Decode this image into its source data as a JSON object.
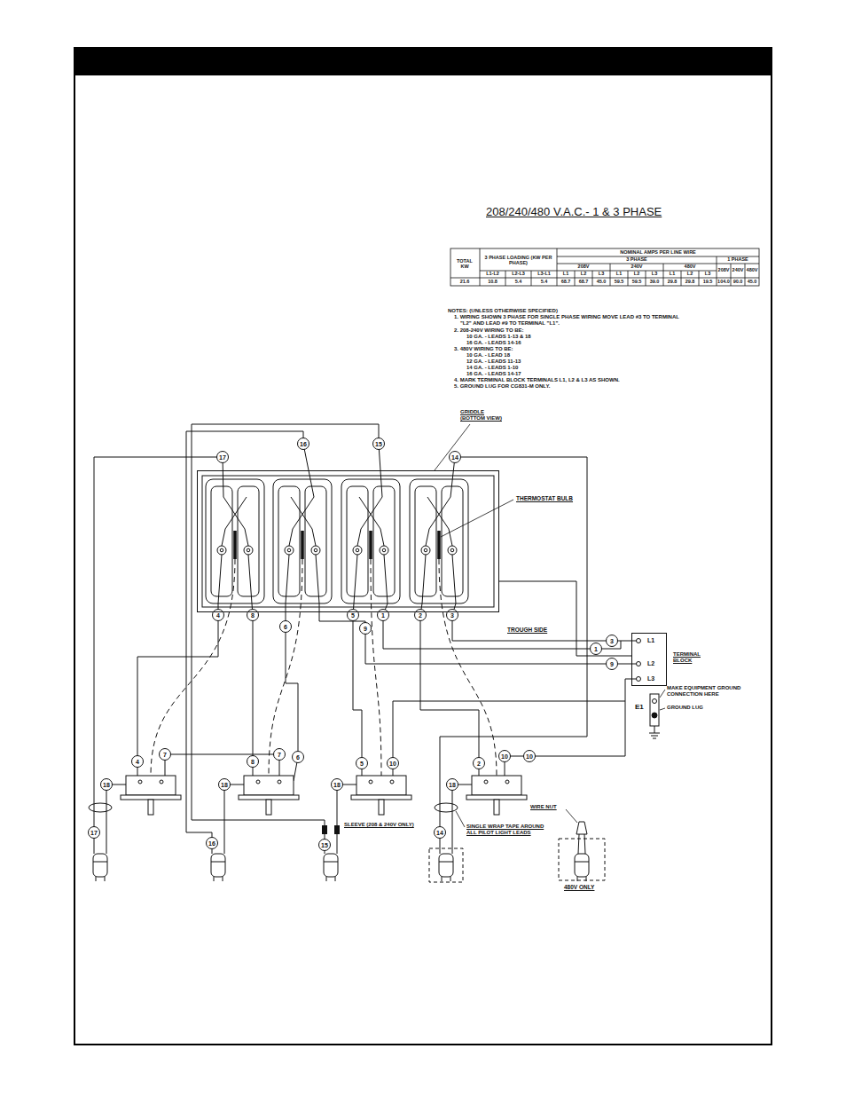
{
  "diagram": {
    "title": "208/240/480 V.A.C.- 1 & 3 PHASE",
    "nodes": [
      {
        "text": [
          "GRIDDLE (BOTTOM VIEW)"
        ]
      },
      {
        "text": [
          "L1",
          "L2",
          "L3",
          "TERMINAL BLOCK"
        ]
      }
    ],
    "edges": [
      {
        "from": 0,
        "to": 1,
        "arrow": "none"
      }
    ],
    "labels": [
      "TOTAL KW",
      "3 PHASE LOADING (KW PER PHASE)",
      "L1-L2",
      "L2-L3",
      "L3-L1",
      "NOMINAL AMPS PER LINE WIRE",
      "3 PHASE",
      "1 PHASE",
      "208V",
      "240V",
      "480V",
      "208V",
      "240V",
      "480V",
      "L1",
      "L2",
      "L3",
      "L1",
      "L2",
      "L3",
      "L1",
      "L2",
      "L3",
      "21.6",
      "10.8",
      "5.4",
      "5.4",
      "68.7",
      "68.7",
      "45.0",
      "59.5",
      "59.5",
      "39.0",
      "29.8",
      "29.8",
      "19.5",
      "104.0",
      "90.0",
      "45.0",
      "NOTES: (UNLESS OTHERWISE SPECIFIED)",
      "1. WIRING SHOWN 3 PHASE FOR SINGLE PHASE WIRING MOVE LEAD #3 TO TERMINAL \"L2\" AND LEAD #9 TO TERMINAL \"L1\".",
      "2. 208-240V WIRING TO BE:",
      "10 GA. - LEADS 1-13 & 18",
      "16 GA. - LEADS 14-16",
      "3. 480V WIRING TO BE:",
      "10 GA. - LEAD 18",
      "12 GA. - LEADS 11-13",
      "14 GA. - LEADS 1-10",
      "16 GA. - LEADS 14-17",
      "4. MARK TERMINAL BLOCK TERMINALS L1, L2 & L3 AS SHOWN.",
      "5. GROUND LUG FOR CG831-M ONLY.",
      "THERMOSTAT BULB",
      "TROUGH SIDE",
      "E1",
      "MAKE EQUIPMENT GROUND CONNECTION HERE",
      "GROUND LUG",
      "SLEEVE (208 & 240V ONLY)",
      "SINGLE WRAP TAPE AROUND ALL PILOT LIGHT LEADS",
      "WIRE NUT",
      "480V ONLY",
      "17",
      "16",
      "15",
      "14",
      "4",
      "8",
      "6",
      "5",
      "9",
      "1",
      "2",
      "3",
      "3",
      "1",
      "9",
      "10",
      "4",
      "7",
      "18",
      "8",
      "7",
      "6",
      "18",
      "5",
      "10",
      "18",
      "2",
      "10",
      "18",
      "17",
      "16",
      "15",
      "14"
    ]
  }
}
